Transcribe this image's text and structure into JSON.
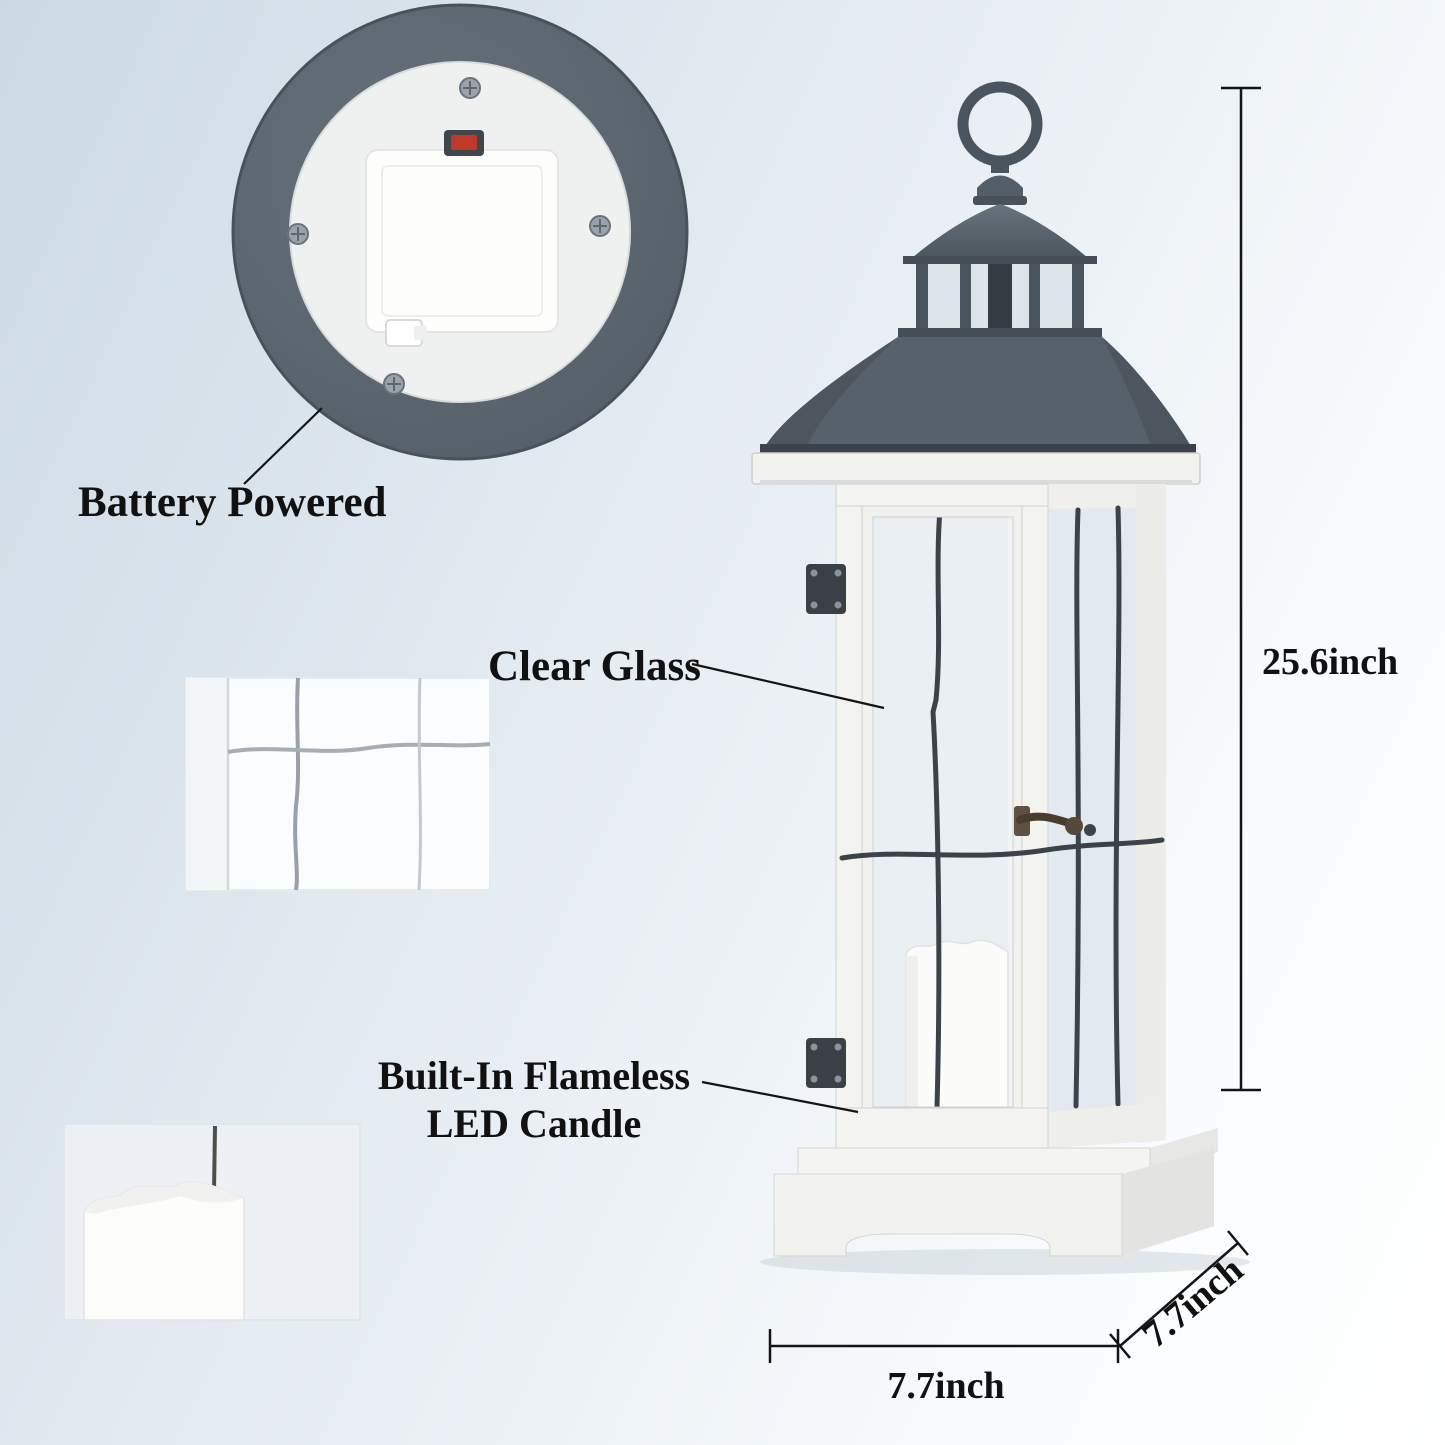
{
  "callouts": {
    "battery_powered": "Battery Powered",
    "clear_glass": "Clear Glass",
    "flameless_candle_line1": "Built-In Flameless",
    "flameless_candle_line2": "LED Candle"
  },
  "dimensions": {
    "height_label": "25.6inch",
    "width_label": "7.7inch",
    "depth_label": "7.7inch"
  },
  "colors": {
    "roof_metal": "#57616b",
    "frame_wood": "#f3f3f0",
    "wire_metal": "#3b424a",
    "candle_wax": "#fbfbf9",
    "battery_switch_red": "#c03a2c",
    "dimension_line": "#141414"
  }
}
